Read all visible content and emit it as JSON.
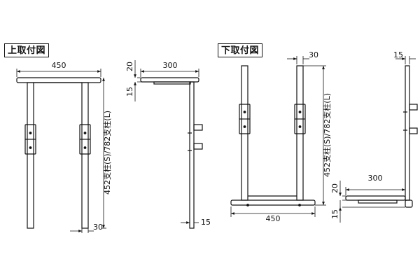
{
  "titles": {
    "top_mount": "上取付図",
    "bottom_mount": "下取付図"
  },
  "top_mount_front": {
    "width_dim": "450",
    "height_dim": "452支柱(S)/782支柱(L)",
    "offset_dim": "30"
  },
  "top_mount_side": {
    "depth_dim": "300",
    "thickness_dim": "20",
    "gap_dim": "15",
    "bottom_dim": "15"
  },
  "bottom_mount_front": {
    "offset_dim": "30",
    "height_dim": "452支柱(S)/782支柱(L)",
    "width_dim": "450"
  },
  "bottom_mount_side": {
    "top_dim": "15",
    "depth_dim": "300",
    "thickness_dim": "20",
    "gap_dim": "15"
  },
  "colors": {
    "line": "#111111",
    "background": "#ffffff"
  }
}
